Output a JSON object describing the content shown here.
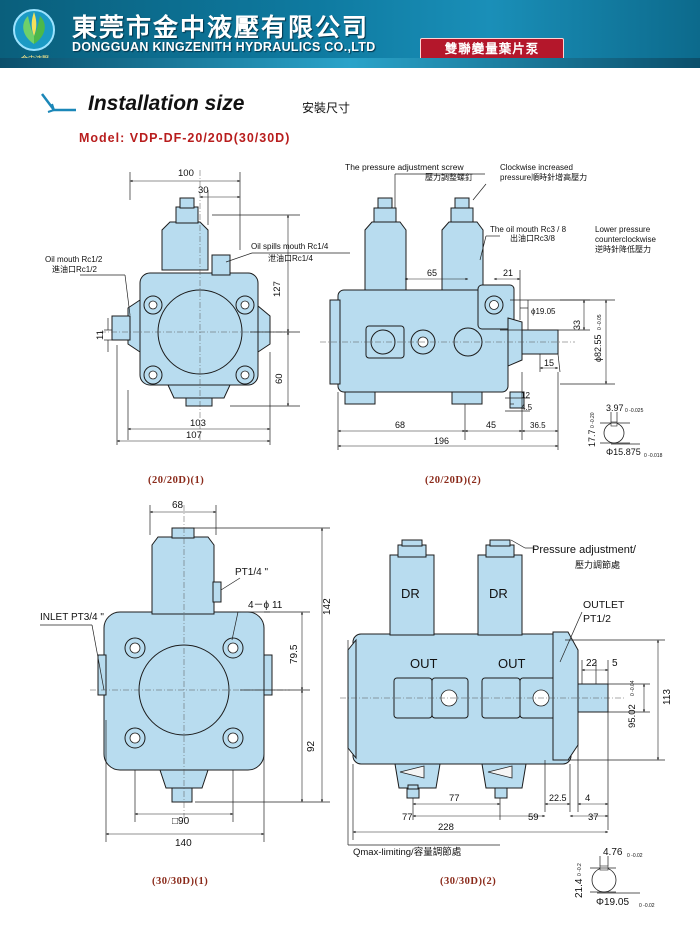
{
  "header": {
    "company_cn": "東莞市金中液壓有限公司",
    "company_en": "DONGGUAN KINGZENITH HYDRAULICS CO.,LTD",
    "logo_text": "金中液壓",
    "product": "雙聯變量葉片泵",
    "colors": {
      "banner": "#0e7aa0",
      "product_box": "#b4172b",
      "pump_fill": "#b8dcef"
    }
  },
  "section": {
    "title": "Installation size",
    "title_cn": "安裝尺寸",
    "model": "Model: VDP-DF-20/20D(30/30D)"
  },
  "d1": {
    "caption": "(20/20D)(1)",
    "oil_mouth": "Oil mouth Rc1/2",
    "oil_mouth_cn": "進油口Rc1/2",
    "oil_spills": "Oil spills mouth Rc1/4",
    "oil_spills_cn": "泄油口Rc1/4",
    "dims": {
      "w100": "100",
      "w30": "30",
      "h127": "127",
      "h60": "60",
      "w103": "103",
      "w107": "107",
      "h11": "11"
    }
  },
  "d2": {
    "caption": "(20/20D)(2)",
    "pressure_screw": "The pressure adjustment screw",
    "pressure_screw_cn": "壓力調整螺釘",
    "cw": "Clockwise increased",
    "cw2": "pressure順時針增高壓力",
    "oil_mouth3": "The oil mouth Rc3 / 8",
    "oil_mouth3_cn": "出油口Rc3/8",
    "lower": "Lower pressure",
    "lower2": "counterclockwise",
    "lower_cn": "逆時針降低壓力",
    "dims": {
      "w65": "65",
      "w21": "21",
      "d19": "ϕ19.05",
      "h33": "33",
      "h15": "15",
      "d82": "ϕ82.55",
      "d82tol": "0 -0.05",
      "h12": "12",
      "h45": "4.5",
      "w68": "68",
      "w45": "45",
      "w365": "36.5",
      "w196": "196"
    },
    "key": {
      "k397": "3.97",
      "k397tol": "0 -0.025",
      "k177": "17.7",
      "k177tol": "0 -0.20",
      "k15": "Φ15.875",
      "k15tol": "0 -0.018"
    }
  },
  "d3": {
    "caption": "(30/30D)(1)",
    "pt14": "PT1/4 \"",
    "holes": "4－ϕ 11",
    "inlet": "INLET PT3/4 \"",
    "dims": {
      "w68": "68",
      "h142": "142",
      "h795": "79.5",
      "h92": "92",
      "sq90": "□90",
      "w140": "140"
    }
  },
  "d4": {
    "caption": "(30/30D)(2)",
    "pressure_adj": "Pressure adjustment/",
    "pressure_adj_cn": "壓力調節處",
    "outlet": "OUTLET",
    "outlet2": "PT1/2",
    "dr": "DR",
    "out": "OUT",
    "qmax": "Qmax-limiting/容量調節處",
    "dims": {
      "w22": "22",
      "w5": "5",
      "d95": "95.02",
      "d95tol": "0 -0.04",
      "h113": "113",
      "w77a": "77",
      "w77b": "77",
      "w225": "22.5",
      "w4": "4",
      "w59": "59",
      "w37": "37",
      "w228": "228"
    },
    "key": {
      "k476": "4.76",
      "k476tol": "0 -0.02",
      "k214": "21.4",
      "k214tol": "0 -0.2",
      "k19": "Φ19.05",
      "k19tol": "0 -0.02"
    }
  }
}
